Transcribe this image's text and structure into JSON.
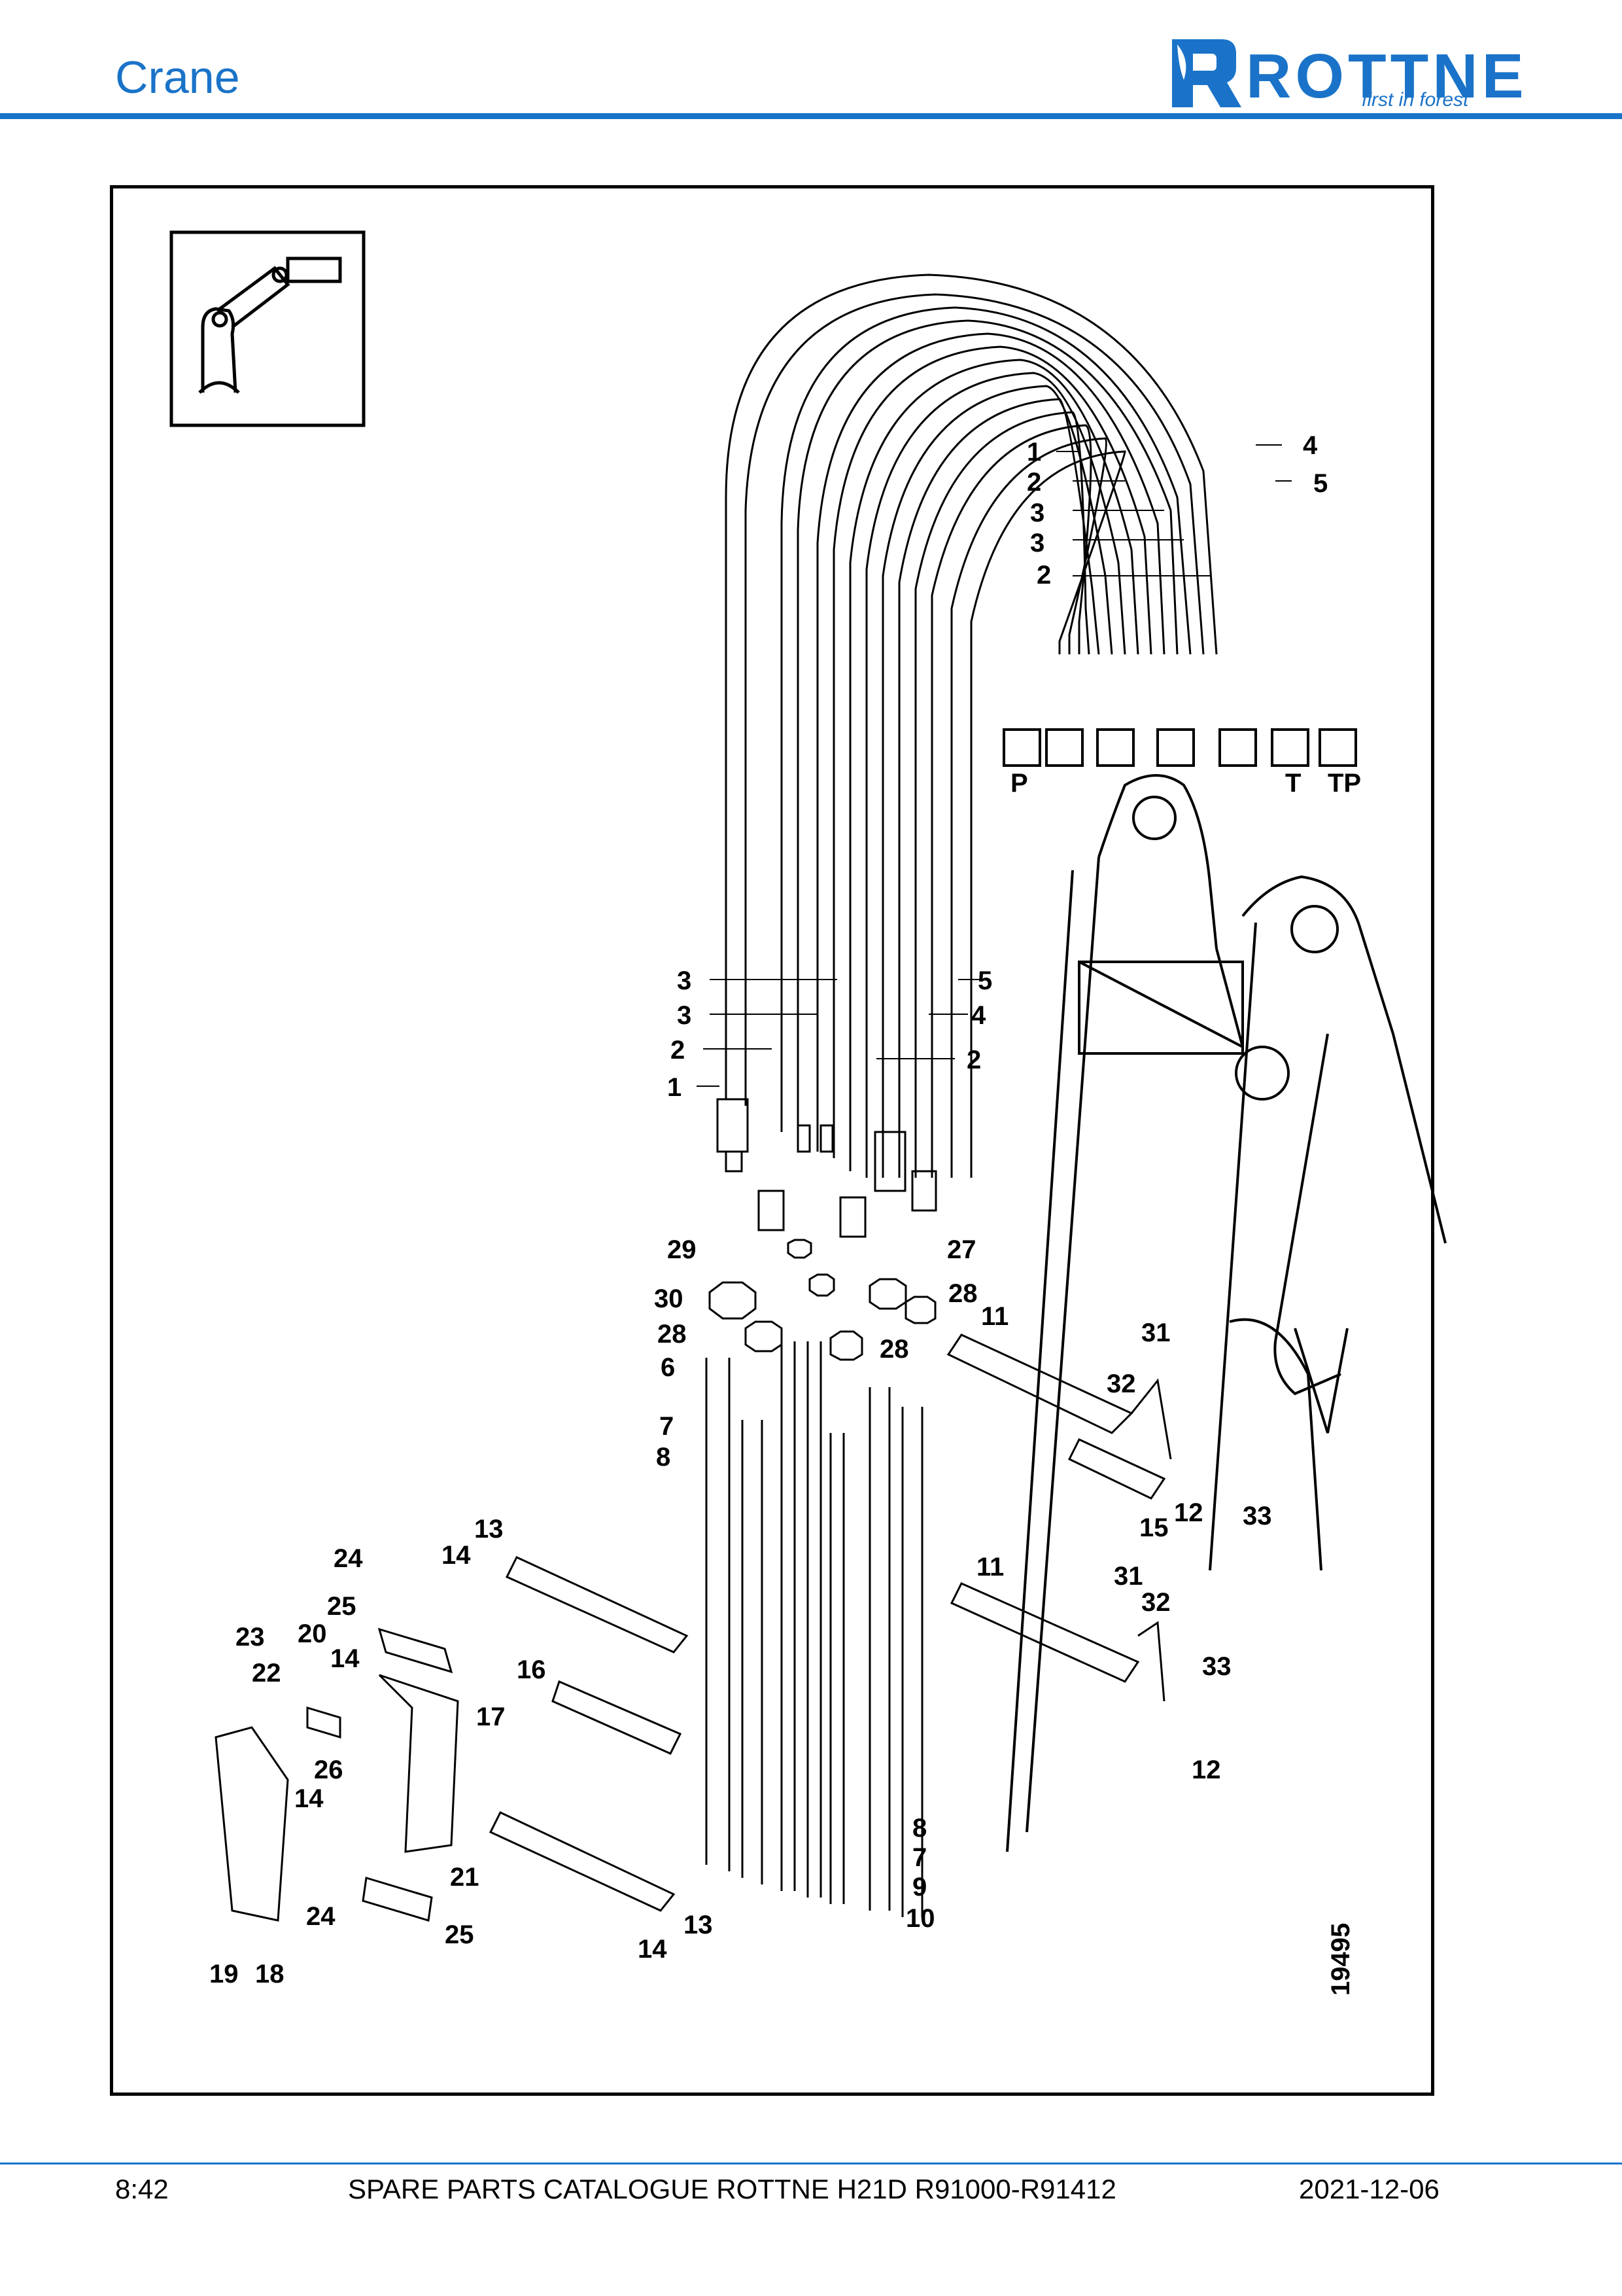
{
  "header": {
    "section_title": "Crane",
    "brand": "ROTTNE",
    "tagline": "first in forest",
    "accent_color": "#1a73c8"
  },
  "diagram": {
    "icon": "crane-arm-icon",
    "figure_number": "19495",
    "function_symbols": [
      "P",
      "T",
      "TP"
    ],
    "callouts": [
      "1",
      "2",
      "3",
      "3",
      "2",
      "4",
      "5",
      "3",
      "3",
      "2",
      "1",
      "5",
      "4",
      "2",
      "29",
      "27",
      "30",
      "28",
      "28",
      "28",
      "6",
      "11",
      "31",
      "32",
      "7",
      "8",
      "33",
      "12",
      "15",
      "13",
      "14",
      "24",
      "25",
      "11",
      "31",
      "32",
      "23",
      "20",
      "14",
      "22",
      "16",
      "17",
      "33",
      "26",
      "14",
      "12",
      "21",
      "8",
      "7",
      "9",
      "24",
      "25",
      "13",
      "10",
      "19",
      "18",
      "14"
    ]
  },
  "footer": {
    "page": "8:42",
    "catalogue": "SPARE PARTS CATALOGUE ROTTNE H21D R91000-R91412",
    "date": "2021-12-06"
  }
}
